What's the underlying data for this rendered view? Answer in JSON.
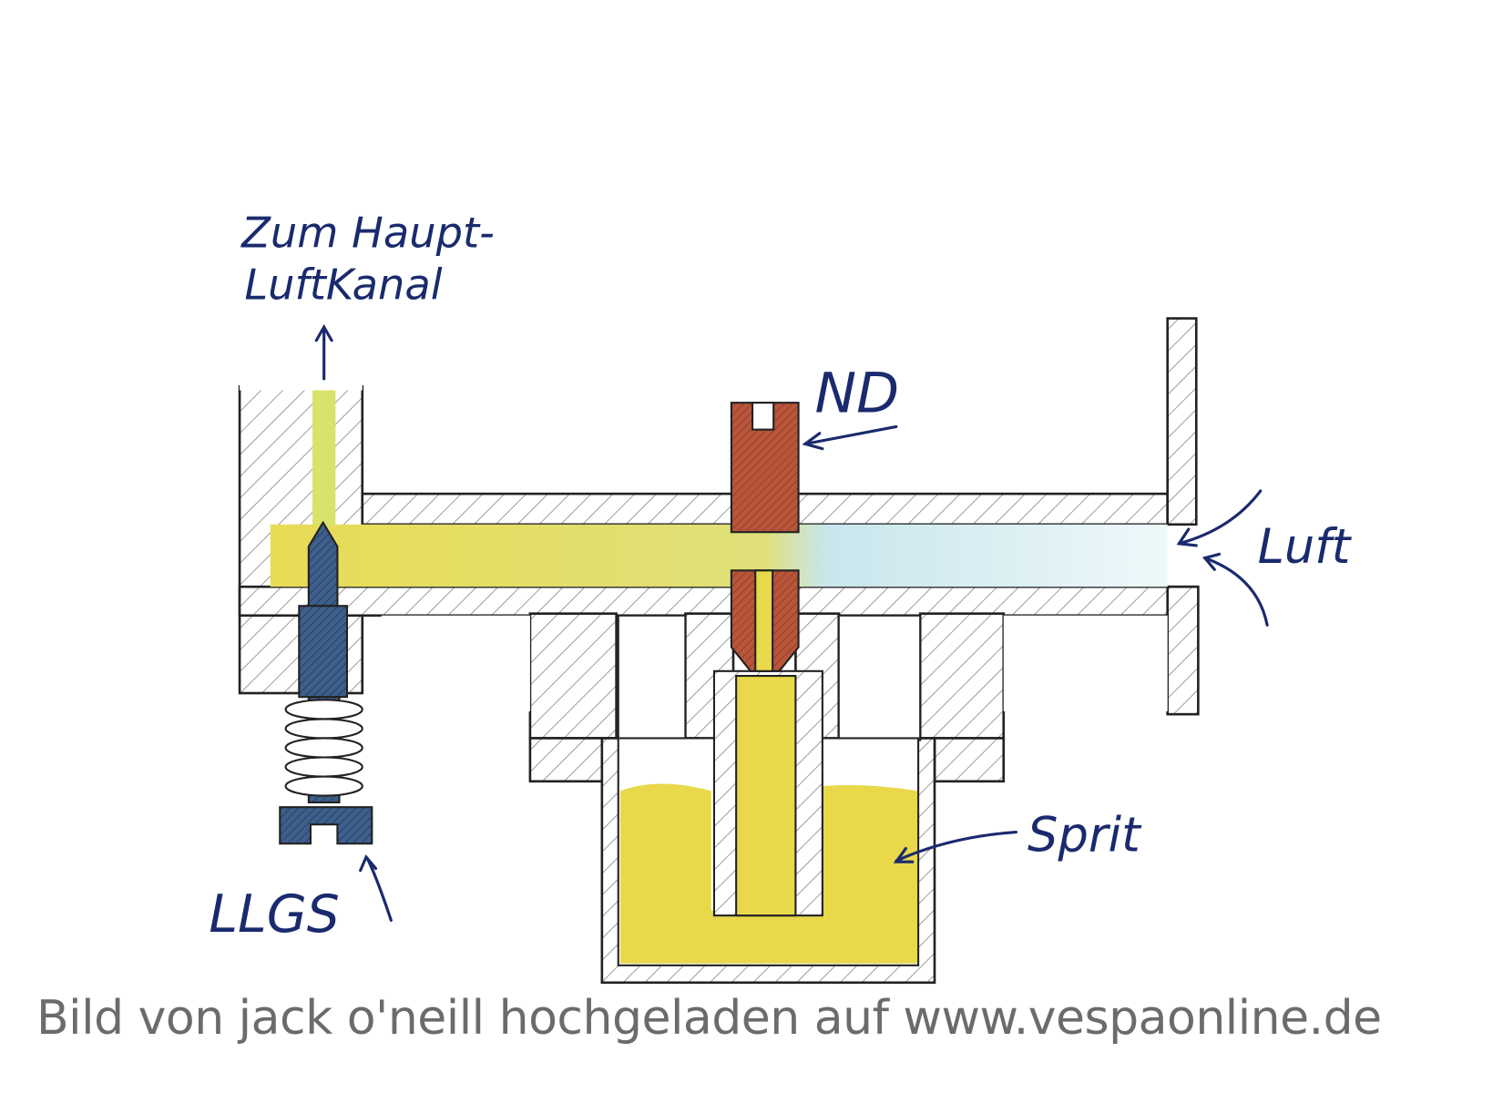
{
  "labels": {
    "main_air_channel_line1": "Zum Haupt-",
    "main_air_channel_line2": "LuftKanal",
    "main_jet": "ND",
    "air": "Luft",
    "fuel": "Sprit",
    "idle_mixture_screw": "LLGS"
  },
  "watermark": "Bild von jack o'neill hochgeladen auf www.vespaonline.de",
  "colors": {
    "ink": "#1a2a6e",
    "fuel": "#e8d84a",
    "jet": "#b8553a",
    "screw": "#3d5f8a",
    "air": "#a8dce6",
    "hatch": "#8a8a8a"
  }
}
